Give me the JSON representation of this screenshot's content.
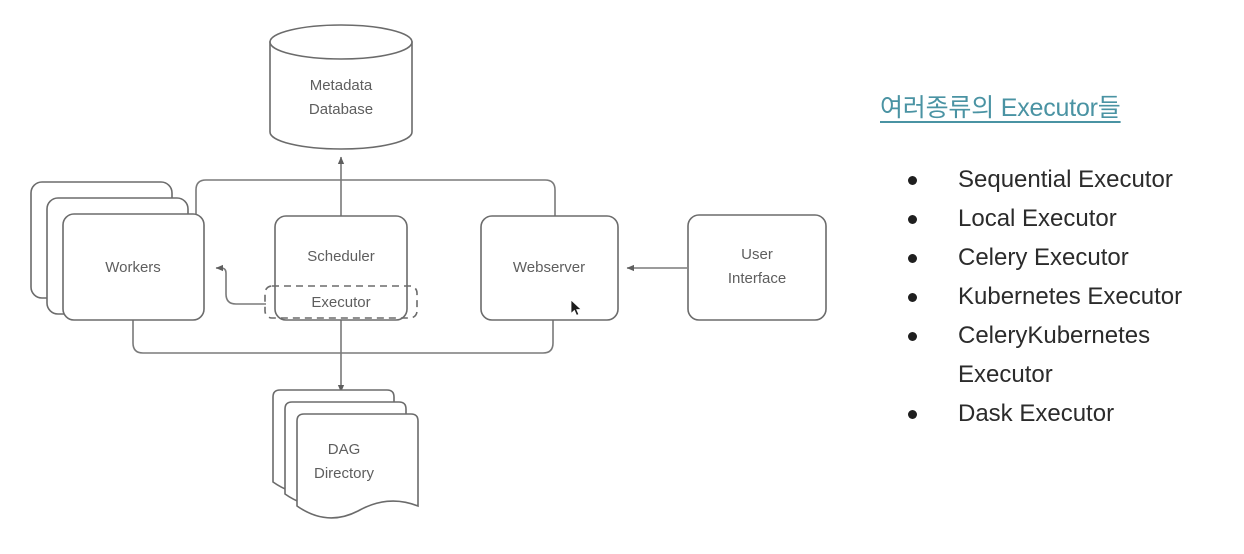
{
  "diagram": {
    "nodes": {
      "metadata_database": {
        "label_line1": "Metadata",
        "label_line2": "Database",
        "shape": "cylinder"
      },
      "workers": {
        "label": "Workers",
        "shape": "stacked-rect"
      },
      "scheduler": {
        "label": "Scheduler",
        "shape": "rounded-rect"
      },
      "executor": {
        "label": "Executor",
        "shape": "dashed-rect"
      },
      "webserver": {
        "label": "Webserver",
        "shape": "rounded-rect"
      },
      "user_interface": {
        "label_line1": "User",
        "label_line2": "Interface",
        "shape": "rounded-rect"
      },
      "dag_directory": {
        "label_line1": "DAG",
        "label_line2": "Directory",
        "shape": "stacked-document"
      }
    },
    "colors": {
      "shape_stroke": "#6b6b6b",
      "connector_stroke": "#7a7a7a",
      "node_text": "#5e5e5e",
      "background": "#ffffff"
    }
  },
  "panel": {
    "heading": "여러종류의 Executor들",
    "heading_color": "#4a93a3",
    "items": [
      {
        "label": "Sequential Executor",
        "bullet": true
      },
      {
        "label": "Local Executor",
        "bullet": true
      },
      {
        "label": "Celery Executor",
        "bullet": true
      },
      {
        "label": "Kubernetes Executor",
        "bullet": true
      },
      {
        "label": "CeleryKubernetes",
        "bullet": true
      },
      {
        "label": "Executor",
        "bullet": false
      },
      {
        "label": "Dask Executor",
        "bullet": true
      }
    ]
  }
}
